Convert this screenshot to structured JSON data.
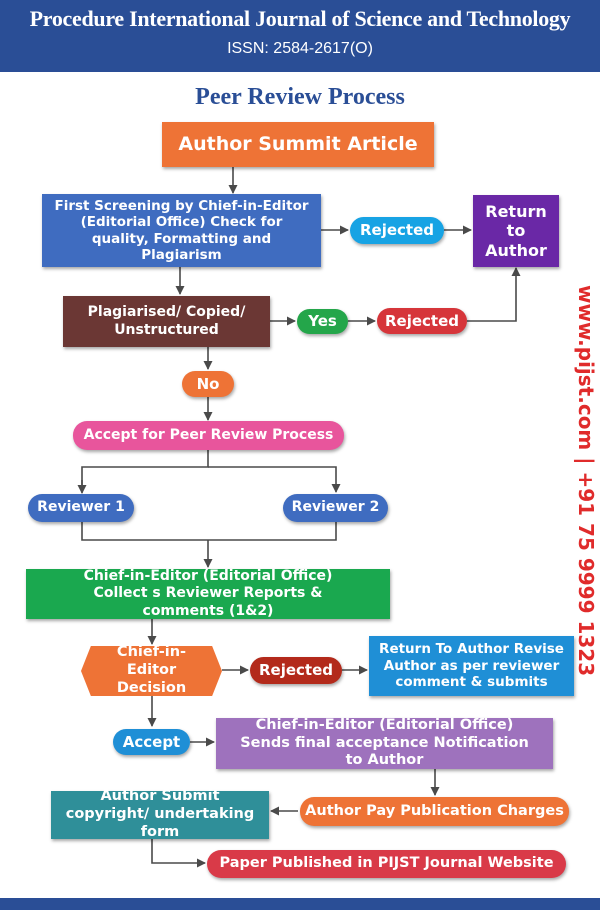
{
  "header": {
    "journal": "Procedure International Journal of Science and Technology",
    "issn": "ISSN: 2584-2617(O)"
  },
  "diagram": {
    "title": "Peer Review Process",
    "nodes": {
      "author_submit": "Author Summit Article",
      "first_screening": "First Screening by Chief-in-Editor (Editorial Office) Check for quality, Formatting and Plagiarism",
      "rejected_1": "Rejected",
      "return_author": "Return to Author",
      "plagiarised": "Plagiarised/ Copied/ Unstructured",
      "yes": "Yes",
      "rejected_2": "Rejected",
      "no": "No",
      "accept_peer": "Accept for Peer Review Process",
      "reviewer1": "Reviewer 1",
      "reviewer2": "Reviewer 2",
      "collect_reports": "Chief-in-Editor (Editorial Office) Collect s Reviewer Reports & comments (1&2)",
      "decision": "Chief-in-Editor Decision",
      "rejected_3": "Rejected",
      "return_revise": "Return To Author Revise Author as per reviewer comment & submits",
      "accept": "Accept",
      "final_acceptance": "Chief-in-Editor (Editorial Office) Sends final acceptance Notification to Author",
      "pay_charges": "Author Pay Publication Charges",
      "copyright_form": "Author Submit copyright/ undertaking form",
      "published": "Paper Published in PIJST Journal Website"
    }
  },
  "contact": "www.pijst.com  |  +91 75 9999 1323",
  "colors": {
    "header_bg": "#2a4e96",
    "title": "#2a4e96",
    "contact": "#e02b2b",
    "connector": "#4a4a4a"
  }
}
